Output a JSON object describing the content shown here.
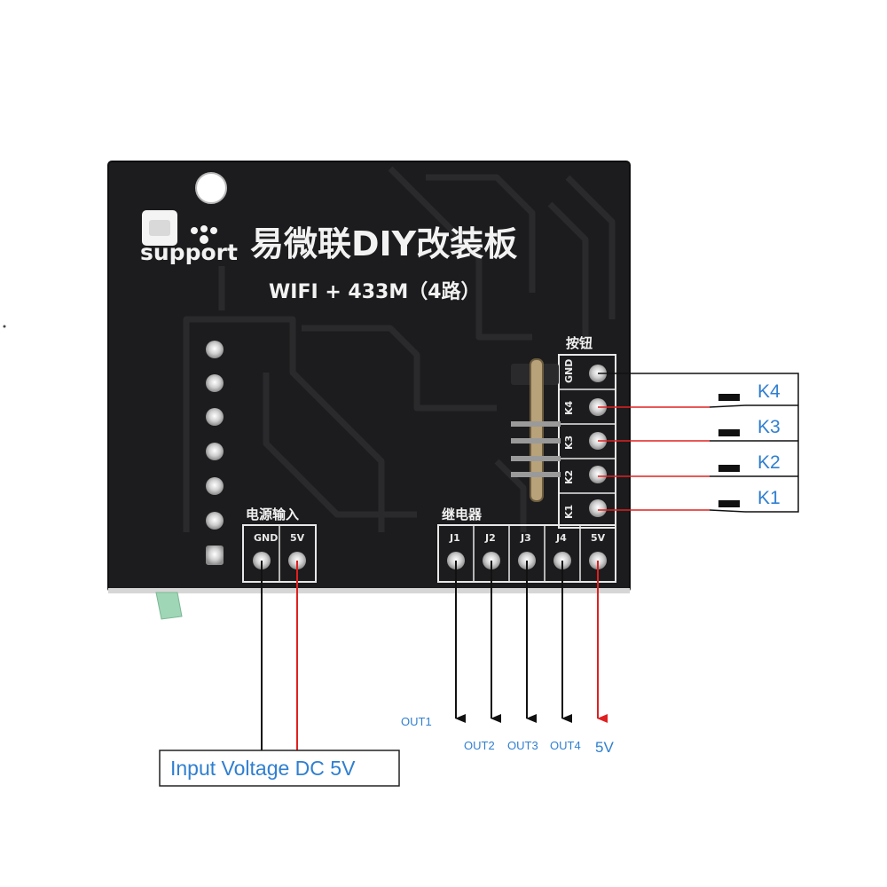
{
  "board": {
    "brand": "support",
    "title": "易微联DIY改装板",
    "subtitle": "WIFI + 433M（4路）",
    "power_header_label": "电源输入",
    "power_pins": [
      "GND",
      "5V"
    ],
    "relay_header_label": "继电器",
    "relay_pins": [
      "J1",
      "J2",
      "J3",
      "J4",
      "5V"
    ],
    "button_header_label": "按钮",
    "button_pins": [
      "GND",
      "K4",
      "K3",
      "K2",
      "K1"
    ]
  },
  "annotations": {
    "input_voltage": "Input Voltage DC 5V",
    "outputs": [
      "OUT1",
      "OUT2",
      "OUT3",
      "OUT4",
      "5V"
    ],
    "switches": [
      "K4",
      "K3",
      "K2",
      "K1"
    ]
  },
  "colors": {
    "board": "#1c1c1e",
    "silkscreen": "#f2f2f2",
    "label_blue": "#2f7fd0",
    "positive_wire": "#e02020",
    "ground_wire": "#111111"
  }
}
